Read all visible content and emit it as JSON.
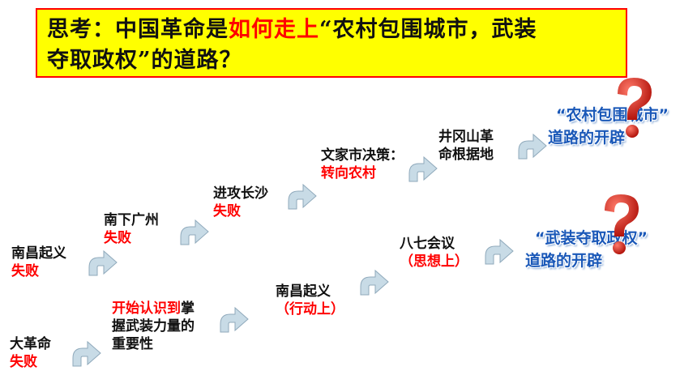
{
  "title": {
    "part1": "思考：中国革命是",
    "highlight": "如何走上",
    "part2": "“农村包围城市，武装",
    "line2": "夺取政权”的道路？"
  },
  "upper_path": {
    "step1": {
      "text": "南昌起义",
      "status": "失败"
    },
    "step2": {
      "text": "南下广州",
      "status": "失败"
    },
    "step3": {
      "text": "进攻长沙",
      "status": "失败"
    },
    "step4": {
      "text": "文家市决策：",
      "status": "转向农村"
    },
    "step5": {
      "line1": "井冈山革",
      "line2": "命根据地"
    },
    "result": {
      "line1": "“农村包围城市”",
      "line2": "道路的开辟"
    }
  },
  "lower_path": {
    "step1": {
      "text": "大革命",
      "status": "失败"
    },
    "step2": {
      "highlight": "开始认识到",
      "line1_rest": "掌",
      "line2": "握武装力量的",
      "line3": "重要性"
    },
    "step3": {
      "text": "南昌起义",
      "note": "（行动上）"
    },
    "step4": {
      "text": "八七会议",
      "note": "（思想上）"
    },
    "result": {
      "line1": "“武装夺取政权”",
      "line2": "道路的开辟"
    }
  },
  "colors": {
    "accent": "#ff0000",
    "title_bg": "#ffff00",
    "arrow": "#c8dbe6",
    "arrow_stroke": "#8fa9bb",
    "result_text": "#1a58b8",
    "qmark": "#d9261c"
  }
}
